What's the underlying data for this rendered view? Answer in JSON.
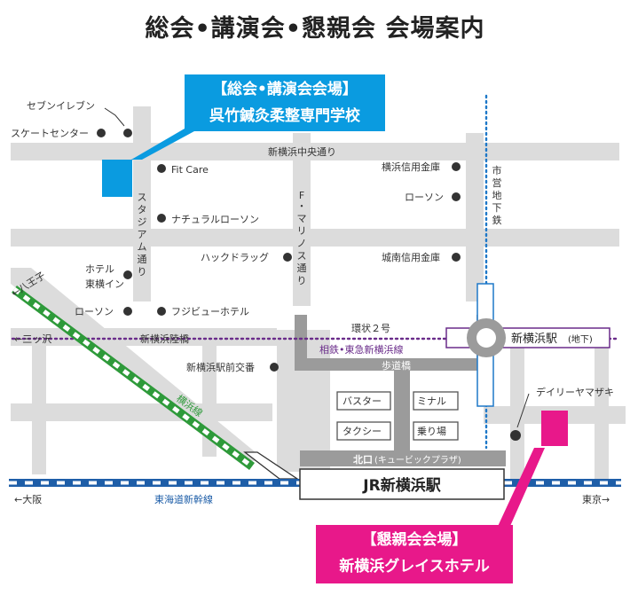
{
  "title": "総会•講演会•懇親会 会場案内",
  "venue1": {
    "heading": "【総会•講演会会場】",
    "name": "呉竹鍼灸柔整専門学校",
    "color": "#0a9be0"
  },
  "venue2": {
    "heading": "【懇親会会場】",
    "name": "新横浜グレイスホテル",
    "color": "#e8188a"
  },
  "landmarks": {
    "seven_eleven": "セブンイレブン",
    "skate_center": "スケートセンター",
    "fit_care": "Fit Care",
    "natural_lawson": "ナチュラルローソン",
    "hack_drug": "ハックドラッグ",
    "hotel_toyoko_1": "ホテル",
    "hotel_toyoko_2": "東横イン",
    "lawson_left": "ローソン",
    "fujiview": "フジビューホテル",
    "koban": "新横浜駅前交番",
    "shinkin_bank": "横浜信用金庫",
    "lawson_right": "ローソン",
    "jonan_bank": "城南信用金庫",
    "daily_yamazaki": "デイリーヤマザキ"
  },
  "streets": {
    "chuo_dori": "新横浜中央通り",
    "stadium_dori": [
      "ス",
      "タ",
      "ジ",
      "ア",
      "ム",
      "通",
      "り"
    ],
    "marinos_dori": [
      "F",
      "・",
      "マ",
      "リ",
      "ノ",
      "ス",
      "通",
      "り"
    ],
    "subway": [
      "市",
      "営",
      "地",
      "下",
      "鉄"
    ],
    "kanjo2": "環状２号",
    "rikkyo": "新横浜陸橋",
    "sotetsu_tokyu": "相鉄•東急新横浜線",
    "hodokyo": "歩道橋",
    "mitsuzawa": "←三ッ沢",
    "hachioji": "←八王子",
    "yokohama_line": "横浜線"
  },
  "station_area": {
    "bus_1": "バスター",
    "bus_2": "ミナル",
    "taxi_1": "タクシー",
    "taxi_2": "乗り場",
    "north_exit": "北口",
    "north_exit_sub": "(キュービックプラザ)",
    "jr_station": "JR新横浜駅",
    "subway_station": "新横浜駅",
    "subway_station_sub": "(地下)"
  },
  "rail": {
    "shinkansen": "東海道新幹線",
    "osaka": "←大阪",
    "tokyo": "東京→"
  },
  "colors": {
    "road": "#dcdcdc",
    "dark_road": "#9b9b9b",
    "shinkansen_blue": "#1e5ea8",
    "jr_green": "#2e9a3a",
    "sotetsu_purple": "#6a2c8a",
    "subway_blue": "#1e78c8"
  }
}
